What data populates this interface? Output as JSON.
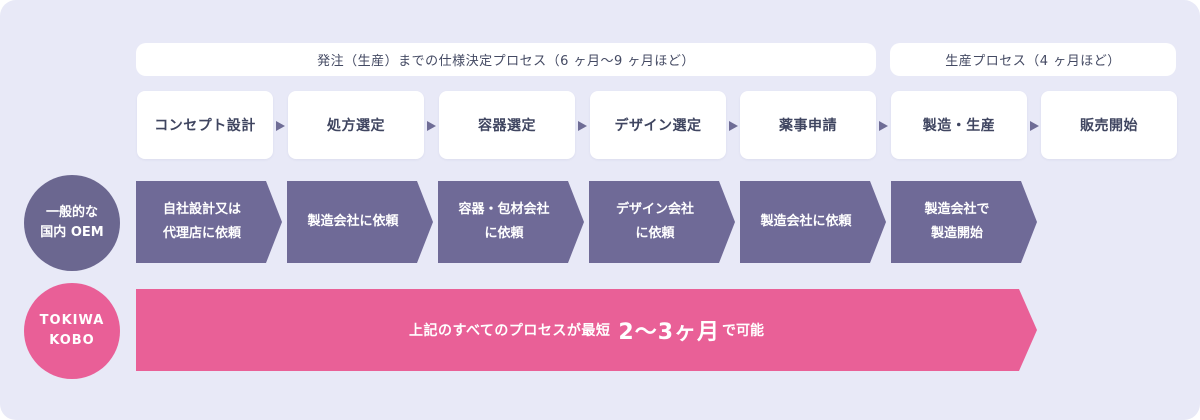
{
  "phases": {
    "design_process": "発注（生産）までの仕様決定プロセス（6 ヶ月〜9 ヶ月ほど）",
    "production_process": "生産プロセス（4 ヶ月ほど）"
  },
  "steps": [
    "コンセプト設計",
    "処方選定",
    "容器選定",
    "デザイン選定",
    "薬事申請",
    "製造・生産",
    "販売開始"
  ],
  "rows": {
    "general": {
      "label": "一般的な\n国内 OEM",
      "items": [
        "自社設計又は\n代理店に依頼",
        "製造会社に依頼",
        "容器・包材会社\nに依頼",
        "デザイン会社\nに依頼",
        "製造会社に依頼",
        "製造会社で\n製造開始"
      ]
    },
    "tokiwa": {
      "label": "TOKIWA\nKOBO",
      "message_prefix": "上記のすべてのプロセスが最短",
      "message_emphasis": "2〜3ヶ月",
      "message_suffix": "で可能"
    }
  },
  "colors": {
    "background": "#e8e9f7",
    "general": "#6f6a97",
    "tokiwa": "#e96097"
  }
}
